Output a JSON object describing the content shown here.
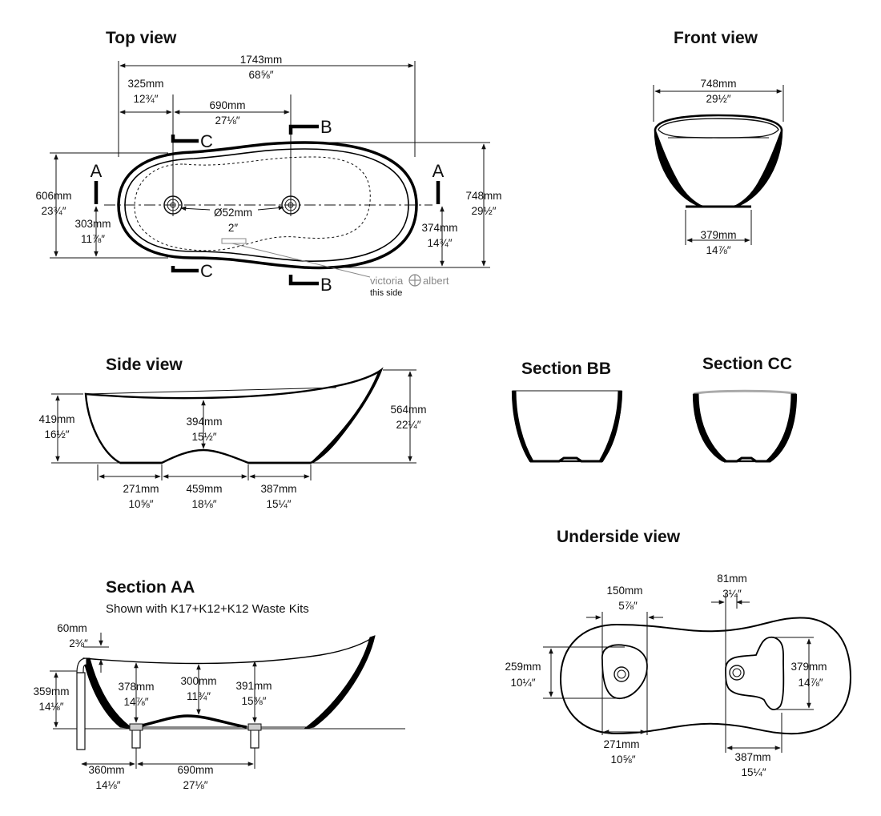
{
  "views": {
    "top": "Top view",
    "front": "Front view",
    "side": "Side view",
    "section_bb": "Section BB",
    "section_cc": "Section CC",
    "underside": "Underside view",
    "section_aa": "Section AA",
    "section_aa_sub": "Shown with K17+K12+K12 Waste Kits"
  },
  "section_marks": {
    "a": "A",
    "b": "B",
    "c": "C"
  },
  "brand": {
    "left": "victoria",
    "right": "albert",
    "note": "this side"
  },
  "top": {
    "overall_mm": "1743mm",
    "overall_in": "68⅝″",
    "d325_mm": "325mm",
    "d325_in": "12¾″",
    "d690_mm": "690mm",
    "d690_in": "27⅛″",
    "w606_mm": "606mm",
    "w606_in": "23¾″",
    "w303_mm": "303mm",
    "w303_in": "11⅞″",
    "waste_mm": "Ø52mm",
    "waste_in": "2″",
    "w374_mm": "374mm",
    "w374_in": "14¾″",
    "w748_mm": "748mm",
    "w748_in": "29½″"
  },
  "front": {
    "top_mm": "748mm",
    "top_in": "29½″",
    "base_mm": "379mm",
    "base_in": "14⅞″"
  },
  "side": {
    "h419_mm": "419mm",
    "h419_in": "16½″",
    "h394_mm": "394mm",
    "h394_in": "15½″",
    "h564_mm": "564mm",
    "h564_in": "22¼″",
    "b271_mm": "271mm",
    "b271_in": "10⅝″",
    "b459_mm": "459mm",
    "b459_in": "18⅛″",
    "b387_mm": "387mm",
    "b387_in": "15¼″"
  },
  "underside": {
    "d150_mm": "150mm",
    "d150_in": "5⅞″",
    "d81_mm": "81mm",
    "d81_in": "3¼″",
    "h259_mm": "259mm",
    "h259_in": "10¼″",
    "h379_mm": "379mm",
    "h379_in": "14⅞″",
    "d271_mm": "271mm",
    "d271_in": "10⅝″",
    "d387_mm": "387mm",
    "d387_in": "15¼″"
  },
  "section_aa": {
    "d60_mm": "60mm",
    "d60_in": "2⅜″",
    "h359_mm": "359mm",
    "h359_in": "14⅛″",
    "h378_mm": "378mm",
    "h378_in": "14⅞″",
    "h300_mm": "300mm",
    "h300_in": "11¾″",
    "h391_mm": "391mm",
    "h391_in": "15⅜″",
    "d360_mm": "360mm",
    "d360_in": "14⅛″",
    "d690_mm": "690mm",
    "d690_in": "27⅛″"
  }
}
